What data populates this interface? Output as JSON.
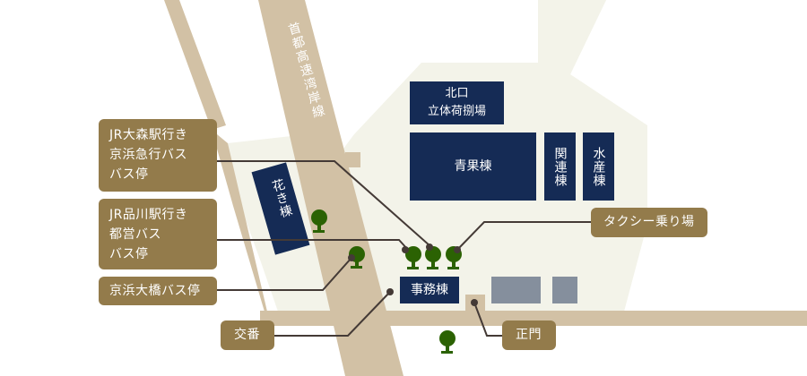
{
  "colors": {
    "road": "#d2c1a5",
    "site": "#f3f3e9",
    "building": "#152b55",
    "facility_gray": "#858f9d",
    "label_bg": "#937b4b",
    "leader_line": "#443a36",
    "tree": "#2b6203",
    "background": "#ffffff"
  },
  "roads": {
    "expressway_label": "首都高速湾岸線"
  },
  "buildings": {
    "north_parking": [
      "北口",
      "立体荷捌場"
    ],
    "produce": "青果棟",
    "related": "関連棟",
    "seafood": "水産棟",
    "flower": "花き棟",
    "office": "事務棟"
  },
  "labels": {
    "bus_omori": [
      "JR大森駅行き",
      "京浜急行バス",
      "バス停"
    ],
    "bus_shinagawa": [
      "JR品川駅行き",
      "都営バス",
      "バス停"
    ],
    "bus_keihin_ohashi": "京浜大橋バス停",
    "koban": "交番",
    "taxi": "タクシー乗り場",
    "main_gate": "正門"
  },
  "icons": {
    "tree": "tree-icon",
    "marker": "dot-marker-icon"
  }
}
